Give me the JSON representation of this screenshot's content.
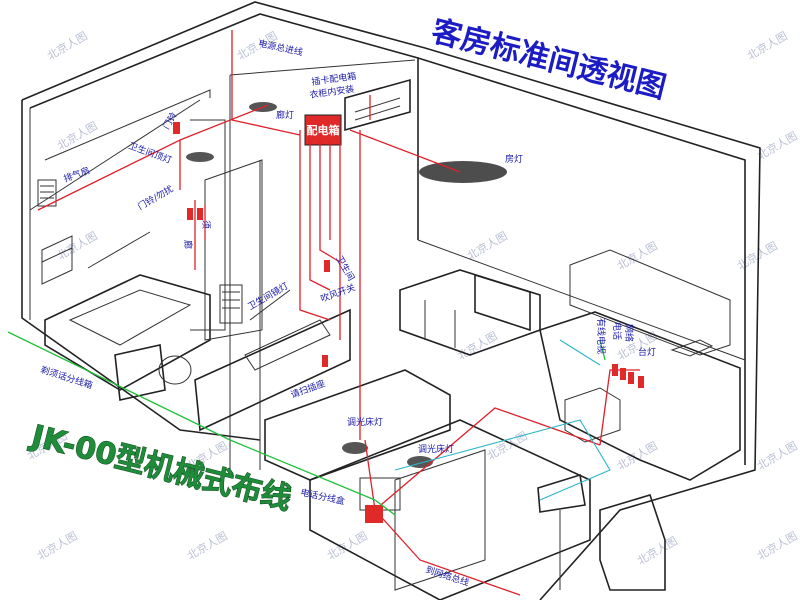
{
  "title": "客房标准间透视图",
  "wiring_title": "JK-00型机械式布线",
  "watermark": "北京人图",
  "panel_text": "配电箱",
  "labels": {
    "power_main": "电源总进线",
    "cabinet_line1": "插卡配电箱",
    "cabinet_line2": "衣柜内安装",
    "corridor_lamp": "廊灯",
    "door_bell": "门铃",
    "bath_fan": "排气扇",
    "bath_ceiling": "卫生间顶灯",
    "bell_pull": "门铃/勿扰",
    "corr_switch": "廊",
    "room_lamp": "房灯",
    "bath_switch": "卫生间",
    "mirror_lamp": "卫生间镜灯",
    "shaver": "须",
    "bath_socket": "吹风开关",
    "tv_box": "剃须话分线箱",
    "cleaning": "请扫插座",
    "bed_lamp_1": "调光床灯",
    "bed_lamp_2": "调光床灯",
    "phone_box": "电话分线盒",
    "tv_socket": "有线电视",
    "phone_socket": "电话",
    "network": "网络",
    "table_lamp": "台灯",
    "net_main": "到网络总线"
  },
  "colors": {
    "power_wire": "#e0202a",
    "data_wire": "#1fc23a",
    "tv_wire": "#2ab6c8",
    "title": "#1c1cc4",
    "label": "#1a1aa8"
  }
}
